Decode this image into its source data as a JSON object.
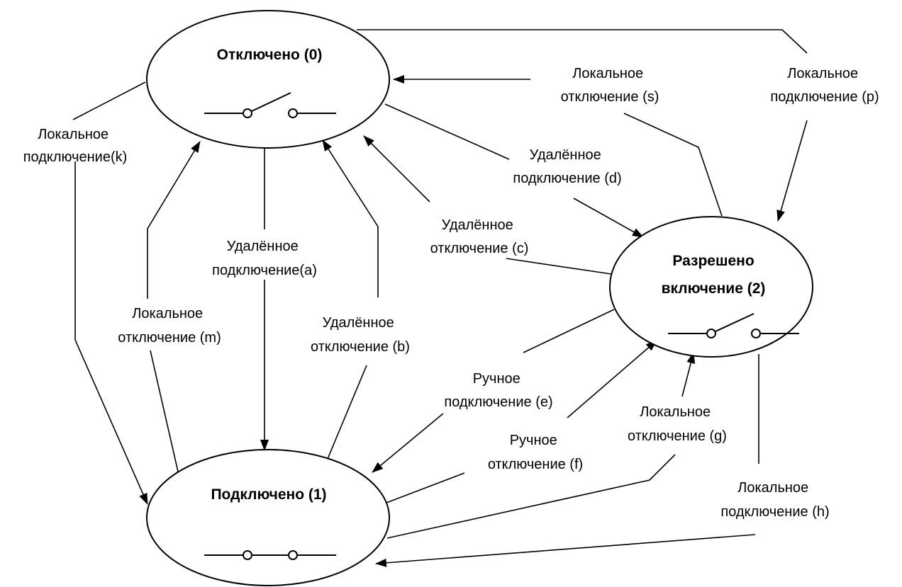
{
  "states": {
    "disconnected": "Отключено (0)",
    "connected": "Подключено (1)",
    "enabled_line1": "Разрешено",
    "enabled_line2": "включение (2)"
  },
  "transitions": {
    "k": [
      "Локальное",
      "подключение(k)"
    ],
    "a": [
      "Удалённое",
      "подключение(a)"
    ],
    "m": [
      "Локальное",
      "отключение (m)"
    ],
    "b": [
      "Удалённое",
      "отключение (b)"
    ],
    "s": [
      "Локальное",
      "отключение (s)"
    ],
    "p": [
      "Локальное",
      "подключение (p)"
    ],
    "d": [
      "Удалённое",
      "подключение (d)"
    ],
    "c": [
      "Удалённое",
      "отключение (c)"
    ],
    "e": [
      "Ручное",
      "подключение (e)"
    ],
    "f": [
      "Ручное",
      "отключение (f)"
    ],
    "g": [
      "Локальное",
      "отключение (g)"
    ],
    "h": [
      "Локальное",
      "подключение (h)"
    ]
  }
}
